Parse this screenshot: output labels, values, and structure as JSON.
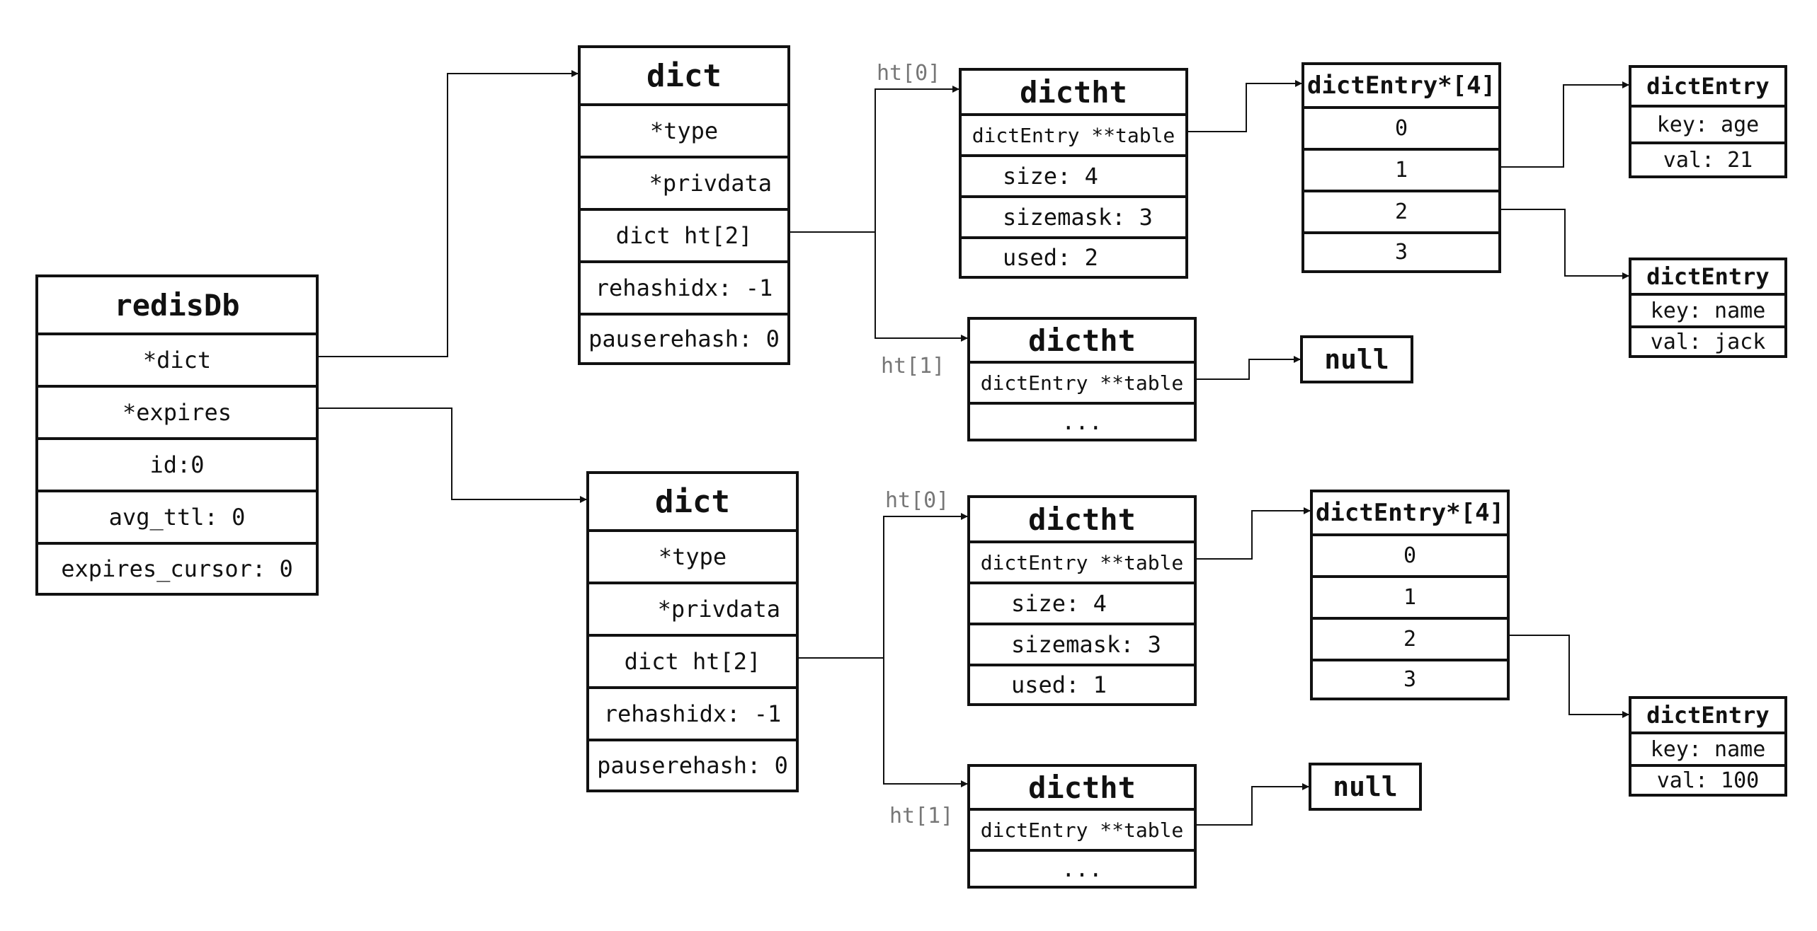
{
  "redisDb": {
    "title": "redisDb",
    "fields": [
      "*dict",
      "*expires",
      "id:0",
      "avg_ttl: 0",
      "expires_cursor: 0"
    ]
  },
  "dicts": [
    {
      "title": "dict",
      "fields": [
        "*type",
        "*privdata",
        "dict ht[2]",
        "rehashidx: -1",
        "pauserehash: 0"
      ],
      "ht0_label": "ht[0]",
      "ht1_label": "ht[1]",
      "ht0": {
        "title": "dictht",
        "fields": [
          "dictEntry **table",
          "size: 4",
          "sizemask: 3",
          "used: 2"
        ]
      },
      "ht1": {
        "title": "dictht",
        "fields": [
          "dictEntry **table",
          "..."
        ]
      },
      "null": "null",
      "table": {
        "title": "dictEntry*[4]",
        "slots": [
          "0",
          "1",
          "2",
          "3"
        ]
      },
      "entries": [
        {
          "title": "dictEntry",
          "key": "key: age",
          "val": "val: 21"
        },
        {
          "title": "dictEntry",
          "key": "key: name",
          "val": "val: jack"
        }
      ]
    },
    {
      "title": "dict",
      "fields": [
        "*type",
        "*privdata",
        "dict ht[2]",
        "rehashidx: -1",
        "pauserehash: 0"
      ],
      "ht0_label": "ht[0]",
      "ht1_label": "ht[1]",
      "ht0": {
        "title": "dictht",
        "fields": [
          "dictEntry **table",
          "size: 4",
          "sizemask: 3",
          "used: 1"
        ]
      },
      "ht1": {
        "title": "dictht",
        "fields": [
          "dictEntry **table",
          "..."
        ]
      },
      "null": "null",
      "table": {
        "title": "dictEntry*[4]",
        "slots": [
          "0",
          "1",
          "2",
          "3"
        ]
      },
      "entries": [
        {
          "title": "dictEntry",
          "key": "key: name",
          "val": "val: 100"
        }
      ]
    }
  ]
}
